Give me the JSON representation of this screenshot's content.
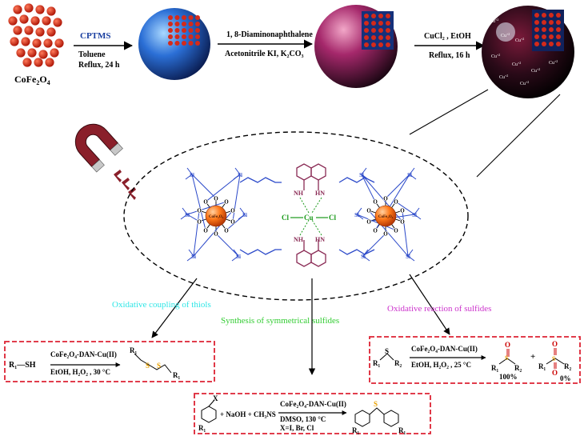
{
  "colors": {
    "particle": "#cc2b1a",
    "arrow": "#000000",
    "cyan_label": "#2ee6e6",
    "green_label": "#33cc33",
    "magenta_label": "#cc33cc",
    "box_border": "#dd2233",
    "silica_blue": "#1f5fbf",
    "ligand_blue": "#3355cc",
    "green_cu": "#1a9a1a",
    "naphthalene": "#8a2b55"
  },
  "synthesis": {
    "core_label_main": "CoFe",
    "core_label_sub1": "2",
    "core_label_mid": "O",
    "core_label_sub2": "4",
    "step1": {
      "reagent": "CPTMS",
      "cond1": "Toluene",
      "cond2": "Reflux, 24 h"
    },
    "step2": {
      "reagent": "1, 8-Diaminonaphthalene",
      "cond": "Acetonitrile KI, K₂CO₃"
    },
    "step3": {
      "reagent": "CuCl₂ , EtOH",
      "cond": "Reflux, 16 h"
    },
    "cu_label": "Cu"
  },
  "complex": {
    "core_left": "CoFe₂O₄",
    "core_right": "CoFe₂O₄",
    "si": "Si",
    "o": "O",
    "nh": "NH",
    "hn": "HN",
    "cl_left": "Cl",
    "cu": "Cu",
    "cl_right": "Cl"
  },
  "applications": {
    "thiols_label": "Oxidative coupling of thiols",
    "sulfides_label": "Synthesis of symmetrical sulfides",
    "oxidation_label": "Oxidative reaction of sulfides"
  },
  "reaction_thiols": {
    "reactant": "R₁—SH",
    "catalyst": "CoFe₂O₄-DAN-Cu(II)",
    "conditions": "EtOH, H₂O₂ , 30 °C",
    "r1": "R₁",
    "s1": "S",
    "s2": "S",
    "r2": "R₁"
  },
  "reaction_sulfides": {
    "x": "X",
    "r1": "R₁",
    "plus_reagents": "+ NaOH + CH₃NS",
    "catalyst": "CoFe₂O₄-DAN-Cu(II)",
    "conditions1": "DMSO, 130 °C",
    "conditions2": "X=I, Br, Cl",
    "s": "S",
    "r_left": "R₁",
    "r_right": "R₁"
  },
  "reaction_oxidation": {
    "reactant_r1": "R₁",
    "reactant_s": "S",
    "reactant_r2": "R₂",
    "catalyst": "CoFe₂O₄-DAN-Cu(II)",
    "conditions": "EtOH, H₂O₂ , 25 °C",
    "p1_o": "O",
    "p1_s": "S",
    "p1_r1": "R₁",
    "p1_r2": "R₂",
    "p1_yield": "100%",
    "plus": "+",
    "p2_o_top": "O",
    "p2_o_bottom": "O",
    "p2_s": "S",
    "p2_r1": "R₁",
    "p2_r2": "R₂",
    "p2_yield": "0%"
  }
}
